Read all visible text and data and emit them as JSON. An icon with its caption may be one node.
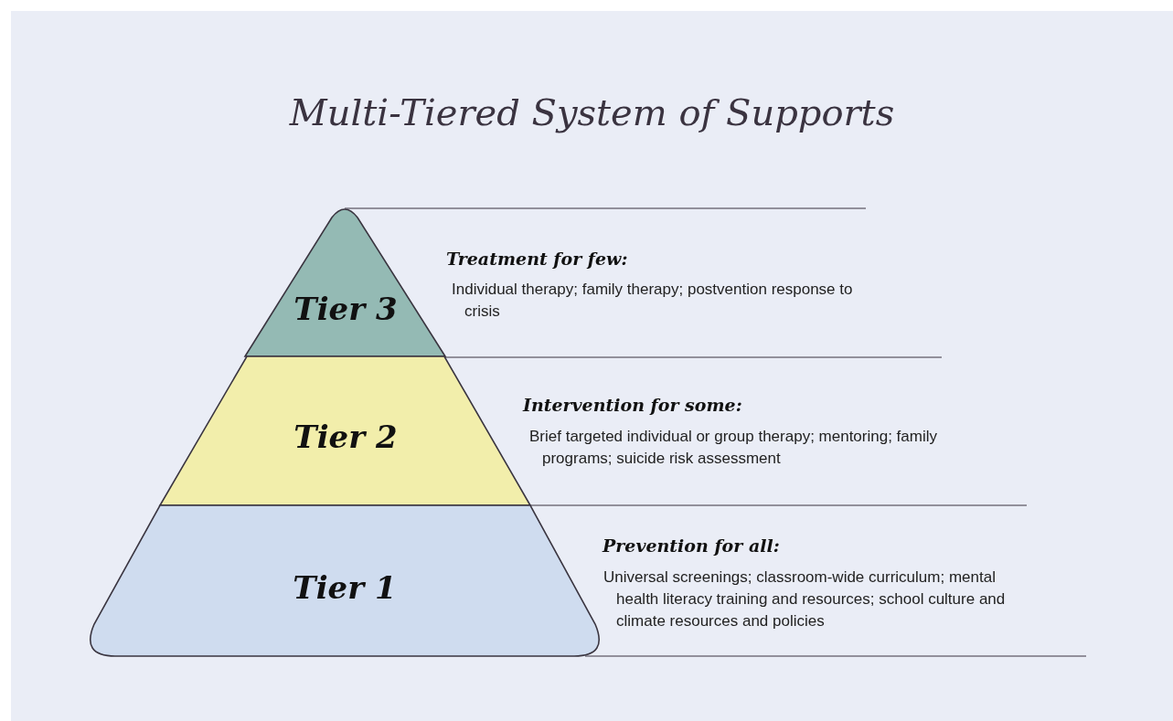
{
  "diagram": {
    "title": "Multi-Tiered System of Supports",
    "nodes": [
      {
        "text": [
          "Tier 3"
        ],
        "beside": [
          "Treatment for few:",
          "Individual therapy; family therapy; postvention response to crisis"
        ]
      },
      {
        "text": [
          "Tier 2"
        ],
        "beside": [
          "Intervention for some:",
          "Brief targeted individual or group therapy; mentoring; family programs; suicide risk assessment"
        ]
      },
      {
        "text": [
          "Tier 1"
        ],
        "beside": [
          "Prevention for all:",
          "Universal screenings; classroom-wide curriculum; mental health literacy training and resources; school culture and climate resources and policies"
        ]
      }
    ]
  }
}
